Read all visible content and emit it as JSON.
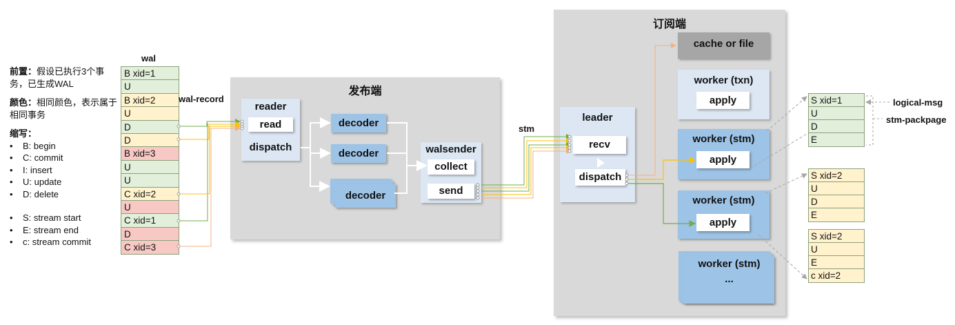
{
  "legend": {
    "precondition_label": "前置：",
    "precondition_text": "假设已执行3个事务，已生成WAL",
    "color_label": "颜色：",
    "color_text": "相同颜色，表示属于相同事务",
    "abbr_label": "缩写：",
    "abbr_items": [
      "B: begin",
      "C: commit",
      "I:  insert",
      "U: update",
      "D: delete"
    ],
    "abbr_items2": [
      "S: stream start",
      "E: stream end",
      "c: stream commit"
    ]
  },
  "wal": {
    "title": "wal",
    "cells": [
      {
        "text": "B xid=1",
        "color": "green"
      },
      {
        "text": "U",
        "color": "green"
      },
      {
        "text": "B xid=2",
        "color": "yellow"
      },
      {
        "text": "U",
        "color": "yellow"
      },
      {
        "text": "D",
        "color": "green"
      },
      {
        "text": "D",
        "color": "yellow"
      },
      {
        "text": "B xid=3",
        "color": "red"
      },
      {
        "text": "U",
        "color": "green"
      },
      {
        "text": "U",
        "color": "green"
      },
      {
        "text": "C xid=2",
        "color": "yellow"
      },
      {
        "text": "U",
        "color": "red"
      },
      {
        "text": "C xid=1",
        "color": "green"
      },
      {
        "text": "D",
        "color": "red"
      },
      {
        "text": "C xid=3",
        "color": "red"
      }
    ]
  },
  "labels": {
    "wal_record": "wal-record",
    "stm": "stm",
    "logical_msg": "logical-msg",
    "stm_packpage": "stm-packpage"
  },
  "publisher": {
    "title": "发布端",
    "reader_title": "reader",
    "read": "read",
    "dispatch": "dispatch",
    "decoders": [
      "decoder",
      "decoder",
      "decoder"
    ],
    "walsender_title": "walsender",
    "collect": "collect",
    "send": "send"
  },
  "subscriber": {
    "title": "订阅端",
    "leader_title": "leader",
    "recv": "recv",
    "dispatch": "dispatch",
    "cache": "cache or file",
    "worker_txn": "worker (txn)",
    "worker_stm_1": "worker (stm)",
    "worker_stm_2": "worker (stm)",
    "worker_stm_3": "worker (stm)",
    "apply": "apply",
    "ellipsis": "..."
  },
  "side_tables": [
    {
      "cells": [
        "S xid=1",
        "U",
        "D",
        "E"
      ],
      "color": "green"
    },
    {
      "cells": [
        "S xid=2",
        "U",
        "D",
        "E"
      ],
      "color": "yellow"
    },
    {
      "cells": [
        "S xid=2",
        "U",
        "E",
        "c xid=2"
      ],
      "color": "yellow"
    }
  ],
  "colors": {
    "green": "#70ad47",
    "yellow": "#ffc000",
    "red": "#f4b183",
    "arrow_grey": "#a6a6a6"
  }
}
